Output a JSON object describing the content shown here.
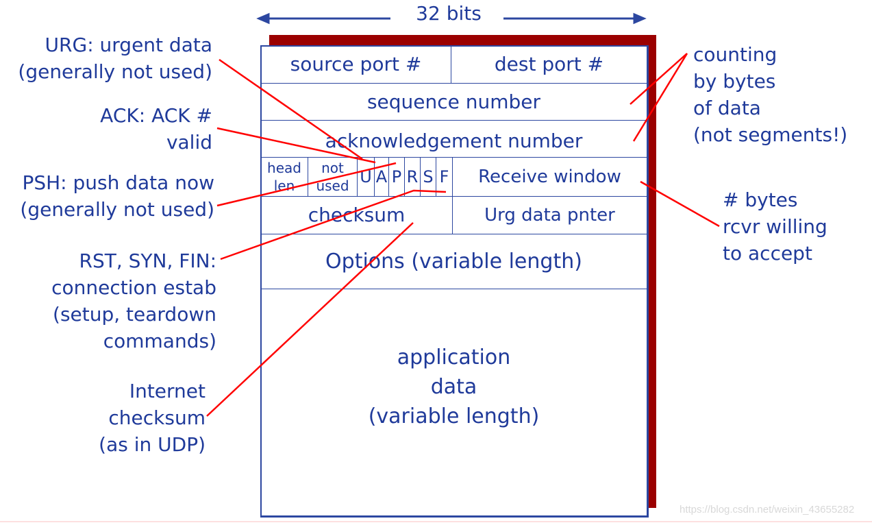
{
  "width_label": "32 bits",
  "fields": {
    "source_port": "source port #",
    "dest_port": "dest port #",
    "sequence": "sequence number",
    "ack": "acknowledgement number",
    "head_len": "head len",
    "not_used": "not used",
    "flags": [
      "U",
      "A",
      "P",
      "R",
      "S",
      "F"
    ],
    "receive_window": "Receive window",
    "checksum": "checksum",
    "urg_pointer": "Urg data pnter",
    "options": "Options (variable length)",
    "app_data": [
      "application",
      "data",
      "(variable length)"
    ]
  },
  "annotations": {
    "urg": [
      "URG: urgent data",
      "(generally not used)"
    ],
    "ack": [
      "ACK: ACK #",
      "valid"
    ],
    "psh": [
      "PSH: push data now",
      "(generally not used)"
    ],
    "rst": [
      "RST, SYN, FIN:",
      "connection estab",
      "(setup, teardown",
      "commands)"
    ],
    "checksum": [
      "Internet",
      "checksum",
      "(as in UDP)"
    ],
    "counting": [
      "counting",
      "by bytes",
      "of data",
      "(not segments!)"
    ],
    "window": [
      "# bytes",
      "rcvr willing",
      "to accept"
    ]
  },
  "watermark": "https://blog.csdn.net/weixin_43655282",
  "colors": {
    "text": "#1f3a9a",
    "pointer": "#ff0000",
    "shadow": "#9b0000"
  }
}
